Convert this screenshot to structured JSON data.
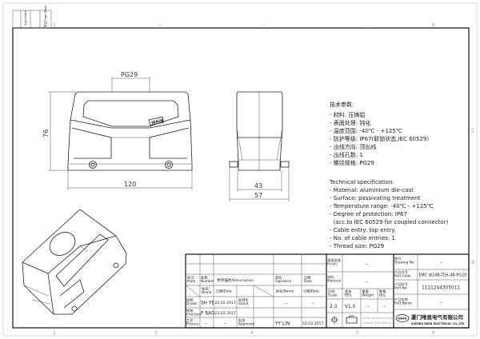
{
  "revision_corner": {
    "labels": [
      "Sign./Date",
      "签名/Sign./Date"
    ]
  },
  "zones": {
    "columns": [
      "1",
      "2",
      "3",
      "4",
      "5",
      "6"
    ],
    "rows": [
      "C",
      "B"
    ]
  },
  "dimensions": {
    "thread": "PG29",
    "height": "76",
    "width": "120",
    "depth_inner": "43",
    "depth_outer": "57"
  },
  "logo_text": "WAIN",
  "spec_cn": {
    "title": "技术参数:",
    "items": [
      "- 材料: 压铸铝",
      "- 表面处理: 钝化",
      "- 温度范围: -40℃ - +125℃",
      "- 防护等级: IP67(联锁状态,IEC 60529)",
      "- 出线方向: 顶出线",
      "- 出线孔数: 1",
      "- 螺纹规格: PG29"
    ]
  },
  "spec_en": {
    "title": "Technical specification:",
    "items": [
      "- Material: aluminium die-cast",
      "- Surface: passivating treatment",
      "- Temperature range: -40℃ - +125℃",
      "- Degree of protection: IP67",
      "  (acc.to IEC 60529 for coupled connector)",
      "- Cable entry: top entry",
      "- No. of cable entries: 1",
      "- Thread size: PG29"
    ]
  },
  "title_block": {
    "mark": "标记 Mark",
    "number": "处数 Number",
    "description": "更改描述/Description",
    "signature": "签名 Signature",
    "date": "日期 Date",
    "name_col": "姓名/Name",
    "date_col": "日期/Date",
    "name_col2": "姓名/Name",
    "date_col2": "日期/Date",
    "drawn_label": "绘图 Drawn",
    "drawn_name": "SH YE",
    "drawn_date": "22.02.2017",
    "stand_label": "标准化 Stand.",
    "stand_name": "–",
    "stand_date": "–",
    "checked_label": "审核 Checked",
    "checked_name": "P RAO",
    "checked_date": "22.02.2017",
    "process_label": "工艺 Process",
    "process_name": "–",
    "process_date": "–",
    "approved_label": "批准 Approved",
    "approved_name": "YY LIN",
    "approved_date": "22.02.2017",
    "finish_label": "表面处理 Finish",
    "finish_value": "–",
    "material_label": "材料 Material",
    "material_value": "–",
    "scale_label": "比例 Scale",
    "scale_value": "2:3",
    "rev_label": "版本 REV.",
    "rev_value": "V1.0",
    "weight_label": "重量 Weight",
    "weight_value": "–",
    "qty_label": "数量 Qty.",
    "qty_value": "–",
    "dimensions_note": "All Dimensions in mm",
    "size_note": "Original Size DIN A4",
    "drawing_no_label": "图号 Drawing No.",
    "drawing_no_value": "–",
    "part_code_label": "产品代号 Part Code",
    "part_code_value": "EMC.W24B-TEH-4B-PG29",
    "part_no_label": "产品料号 Part No.",
    "part_no_value": "1111244305011",
    "part_name_label": "产品名称 Part Name",
    "part_name_value": "–",
    "company_cn": "厦门唯恩电气有限公司",
    "company_en": "XIAMEN WAIN ELECTRICAL CO.,LTD",
    "company_logo": "WAIN"
  }
}
